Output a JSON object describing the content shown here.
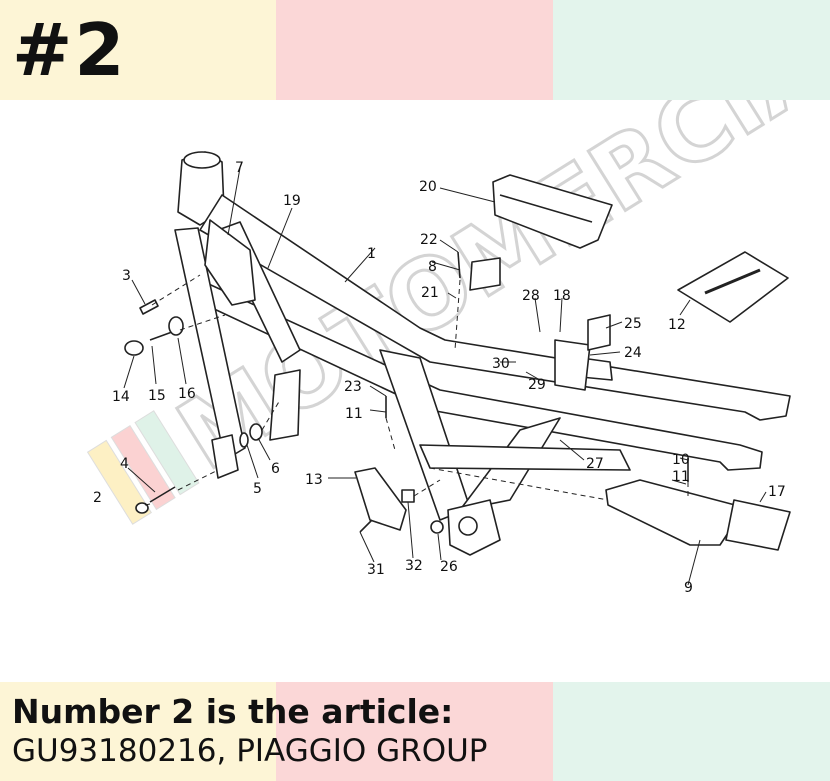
{
  "badge": "#2",
  "caption": {
    "line1": "Number 2 is the article:",
    "line2": "GU93180216, PIAGGIO GROUP"
  },
  "watermark": "MOTOMERCIA",
  "callouts": [
    "1",
    "2",
    "3",
    "4",
    "5",
    "6",
    "7",
    "8",
    "9",
    "10",
    "11",
    "11",
    "12",
    "13",
    "14",
    "15",
    "16",
    "17",
    "18",
    "19",
    "20",
    "21",
    "22",
    "23",
    "24",
    "25",
    "26",
    "27",
    "28",
    "29",
    "30",
    "31",
    "32"
  ],
  "colors": {
    "band_yellow": "#fdf5d6",
    "band_pink": "#fbd7d7",
    "band_green": "#e3f4ec",
    "line": "#222222"
  }
}
